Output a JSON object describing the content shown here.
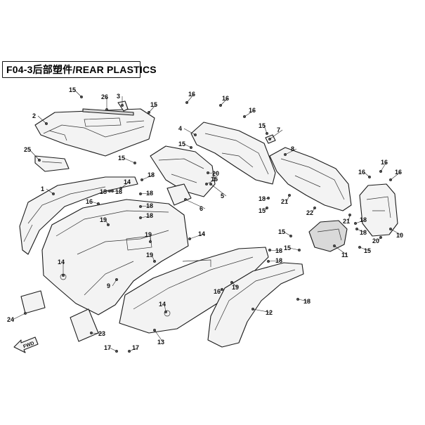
{
  "diagram": {
    "title": "F04-3后部塑件/REAR PLASTICS",
    "callouts": [
      {
        "id": "c1",
        "label": "1"
      },
      {
        "id": "c2",
        "label": "2"
      },
      {
        "id": "c3",
        "label": "3"
      },
      {
        "id": "c4",
        "label": "4"
      },
      {
        "id": "c5",
        "label": "5"
      },
      {
        "id": "c6",
        "label": "6"
      },
      {
        "id": "c7",
        "label": "7"
      },
      {
        "id": "c8",
        "label": "8"
      },
      {
        "id": "c9",
        "label": "9"
      },
      {
        "id": "c10",
        "label": "10"
      },
      {
        "id": "c11",
        "label": "11"
      },
      {
        "id": "c12",
        "label": "12"
      },
      {
        "id": "c13",
        "label": "13"
      },
      {
        "id": "c14a",
        "label": "14"
      },
      {
        "id": "c14b",
        "label": "14"
      },
      {
        "id": "c14c",
        "label": "14"
      },
      {
        "id": "c14d",
        "label": "14"
      },
      {
        "id": "c15a",
        "label": "15"
      },
      {
        "id": "c15b",
        "label": "15"
      },
      {
        "id": "c15c",
        "label": "15"
      },
      {
        "id": "c15d",
        "label": "15"
      },
      {
        "id": "c15e",
        "label": "15"
      },
      {
        "id": "c15f",
        "label": "15"
      },
      {
        "id": "c15g",
        "label": "15"
      },
      {
        "id": "c15h",
        "label": "15"
      },
      {
        "id": "c15i",
        "label": "15"
      },
      {
        "id": "c15j",
        "label": "15"
      },
      {
        "id": "c16a",
        "label": "16"
      },
      {
        "id": "c16b",
        "label": "16"
      },
      {
        "id": "c16c",
        "label": "16"
      },
      {
        "id": "c16d",
        "label": "16"
      },
      {
        "id": "c16e",
        "label": "16"
      },
      {
        "id": "c16f",
        "label": "16"
      },
      {
        "id": "c16g",
        "label": "16"
      },
      {
        "id": "c16h",
        "label": "16"
      },
      {
        "id": "c17a",
        "label": "17"
      },
      {
        "id": "c17b",
        "label": "17"
      },
      {
        "id": "c18a",
        "label": "18"
      },
      {
        "id": "c18b",
        "label": "18"
      },
      {
        "id": "c18c",
        "label": "18"
      },
      {
        "id": "c18d",
        "label": "18"
      },
      {
        "id": "c18e",
        "label": "18"
      },
      {
        "id": "c18f",
        "label": "18"
      },
      {
        "id": "c18g",
        "label": "18"
      },
      {
        "id": "c18h",
        "label": "18"
      },
      {
        "id": "c18i",
        "label": "18"
      },
      {
        "id": "c18j",
        "label": "18"
      },
      {
        "id": "c18k",
        "label": "18"
      },
      {
        "id": "c18l",
        "label": "18"
      },
      {
        "id": "c19a",
        "label": "19"
      },
      {
        "id": "c19b",
        "label": "19"
      },
      {
        "id": "c19c",
        "label": "19"
      },
      {
        "id": "c19d",
        "label": "19"
      },
      {
        "id": "c20a",
        "label": "20"
      },
      {
        "id": "c20b",
        "label": "20"
      },
      {
        "id": "c21a",
        "label": "21"
      },
      {
        "id": "c21b",
        "label": "21"
      },
      {
        "id": "c22",
        "label": "22"
      },
      {
        "id": "c23",
        "label": "23"
      },
      {
        "id": "c24",
        "label": "24"
      },
      {
        "id": "c25",
        "label": "25"
      },
      {
        "id": "c26",
        "label": "26"
      }
    ],
    "fwd_label": "FWD"
  }
}
